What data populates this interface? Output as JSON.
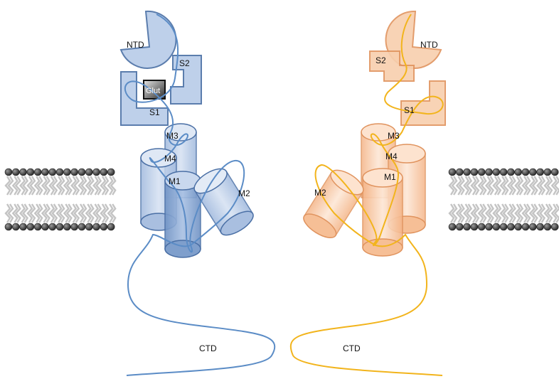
{
  "left_subunit": {
    "ntd": "NTD",
    "s1": "S1",
    "s2": "S2",
    "ligand": "Glut",
    "m1": "M1",
    "m2": "M2",
    "m3": "M3",
    "m4": "M4",
    "ctd": "CTD"
  },
  "right_subunit": {
    "ntd": "NTD",
    "s1": "S1",
    "s2": "S2",
    "m1": "M1",
    "m2": "M2",
    "m3": "M3",
    "m4": "M4",
    "ctd": "CTD"
  },
  "colors": {
    "blue_fill": "#b8cce8",
    "blue_stroke": "#4a6fa5",
    "blue_line": "#5b8cc6",
    "orange_fill": "#f8cfae",
    "orange_stroke": "#e0935e",
    "yellow_line": "#f2b41c",
    "lipid_head": "#3a3a3a",
    "lipid_tail": "#bdbdbd"
  }
}
